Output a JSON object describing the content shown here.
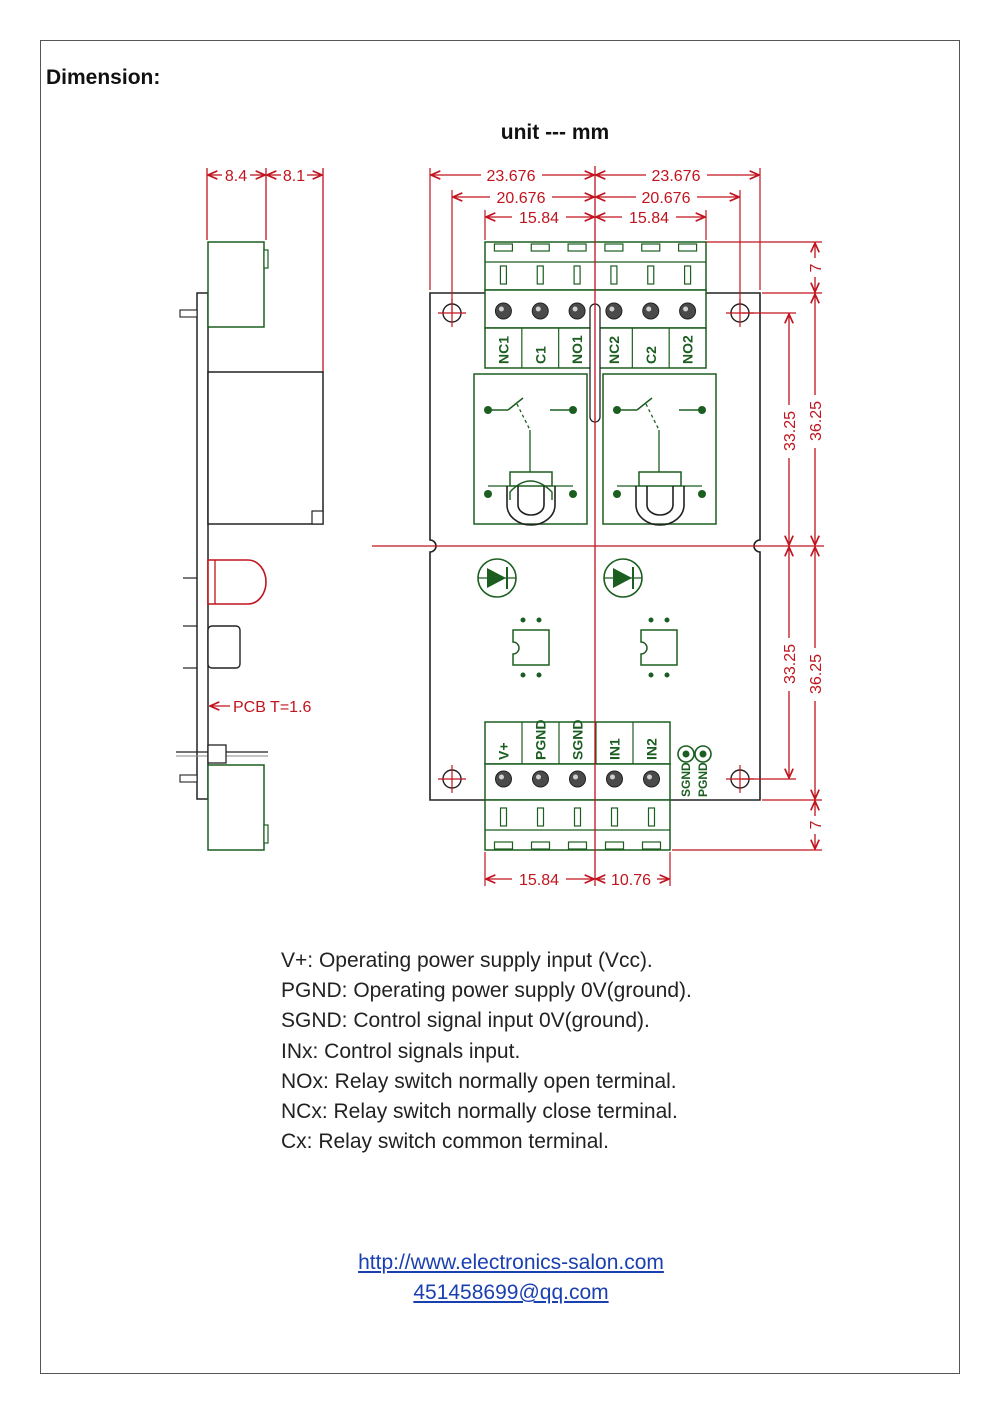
{
  "heading": "Dimension:",
  "unit_label": "unit --- mm",
  "side_view": {
    "dim_top_left": "8.4",
    "dim_top_right": "8.1",
    "pcb_label": "PCB  T=1.6"
  },
  "top_view": {
    "dim_outer_left": "23.676",
    "dim_outer_right": "23.676",
    "dim_mid_left": "20.676",
    "dim_mid_right": "20.676",
    "dim_inner_left": "15.84",
    "dim_inner_right": "15.84",
    "dim_bottom_left": "15.84",
    "dim_bottom_right": "10.76",
    "dim_v_inner_top": "33.25",
    "dim_v_outer_top": "36.25",
    "dim_v_inner_bottom": "33.25",
    "dim_v_outer_bottom": "36.25",
    "dim_v_top_margin": "7",
    "dim_v_bottom_margin": "7",
    "output_terminals": [
      "NC1",
      "C1",
      "NO1",
      "NC2",
      "C2",
      "NO2"
    ],
    "input_terminals": [
      "V+",
      "PGND",
      "SGND",
      "IN1",
      "IN2"
    ],
    "jumper_labels": [
      "SGND",
      "PGND"
    ]
  },
  "legend": [
    "V+: Operating power supply input (Vcc).",
    "PGND: Operating power supply 0V(ground).",
    "SGND: Control signal input 0V(ground).",
    "INx: Control signals input.",
    "NOx: Relay switch normally open terminal.",
    "NCx: Relay switch normally close terminal.",
    "Cx: Relay switch common terminal."
  ],
  "website": "http://www.electronics-salon.com",
  "email": "451458699@qq.com",
  "colors": {
    "dimension": "#c0141e",
    "component": "#1b5e20",
    "board": "#222222",
    "link": "#1a3fb0"
  }
}
